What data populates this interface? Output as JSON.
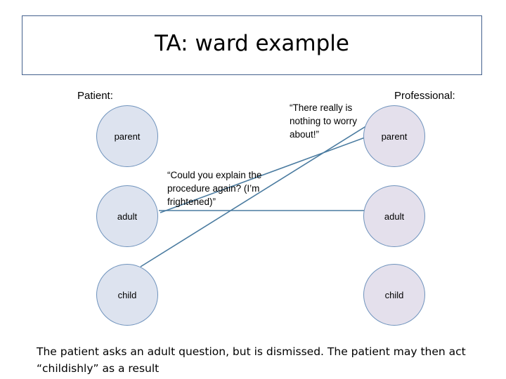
{
  "slide": {
    "title": "TA: ward example",
    "headings": {
      "patient": "Patient:",
      "professional": "Professional:"
    },
    "columns": {
      "patient": {
        "states": [
          {
            "label": "parent"
          },
          {
            "label": "adult"
          },
          {
            "label": "child"
          }
        ]
      },
      "professional": {
        "states": [
          {
            "label": "parent"
          },
          {
            "label": "adult"
          },
          {
            "label": "child"
          }
        ]
      }
    },
    "transactions": [
      {
        "name": "professional-statement",
        "text": "“There really is nothing to worry about!”"
      },
      {
        "name": "patient-question",
        "text": "“Could you explain the procedure again? (I’m frightened)”"
      }
    ],
    "caption": "The patient asks an adult question, but is dismissed. The patient may then act “childishly” as a result",
    "colors": {
      "title_border": "#44618d",
      "circle_outline": "#6f93bd",
      "circle_fill_left": "#dde3ef",
      "circle_fill_right": "#e4e0ec",
      "arrow_line": "#4a7ba0"
    }
  }
}
